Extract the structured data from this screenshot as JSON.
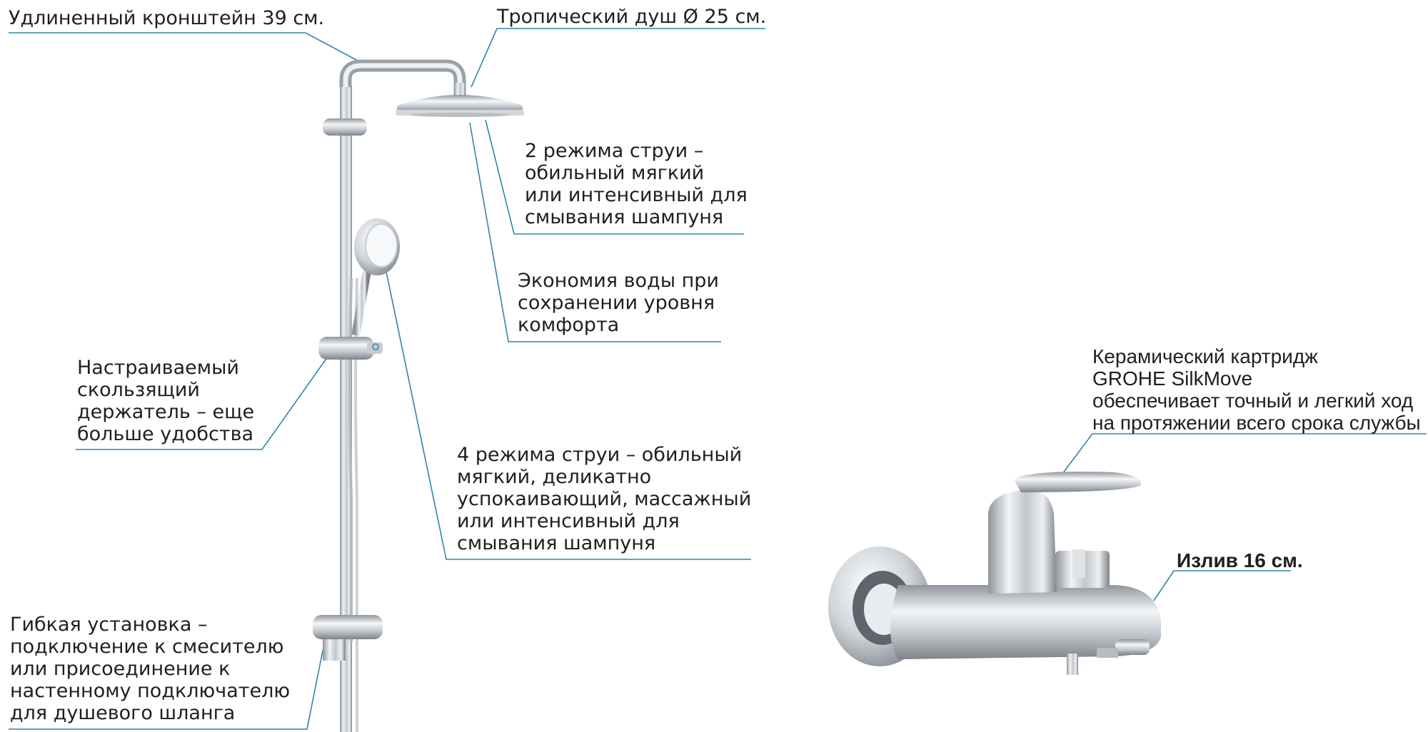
{
  "labels": {
    "bracket": "Удлиненный кронштейн 39 см.",
    "rain_shower": "Тропический душ Ø 25 см.",
    "rain_modes": [
      "2 режима струи –",
      "обильный мягкий",
      "или интенсивный для",
      "смывания шампуня"
    ],
    "water_saving": [
      "Экономия воды при",
      "сохранении уровня",
      "комфорта"
    ],
    "slider": [
      "Настраиваемый",
      "скользящий",
      "держатель – еще",
      "больше удобства"
    ],
    "hand_modes": [
      "4 режима струи – обильный",
      "мягкий, деликатно",
      "успокаивающий, массажный",
      "или интенсивный для",
      "смывания шампуня"
    ],
    "install": [
      "Гибкая установка –",
      "подключение к смесителю",
      "или присоединение к",
      "настенному подключателю",
      "для душевого шланга"
    ],
    "cartridge": [
      "Керамический картридж",
      "GROHE SilkMove",
      "обеспечивает точный и легкий ход",
      "на протяжении всего срока службы"
    ],
    "spout": "Излив 16 см."
  },
  "colors": {
    "leader": "#2e86ab",
    "text": "#1f1f1f",
    "chrome_dark": "#8f959b",
    "chrome_light": "#f2f4f6"
  }
}
